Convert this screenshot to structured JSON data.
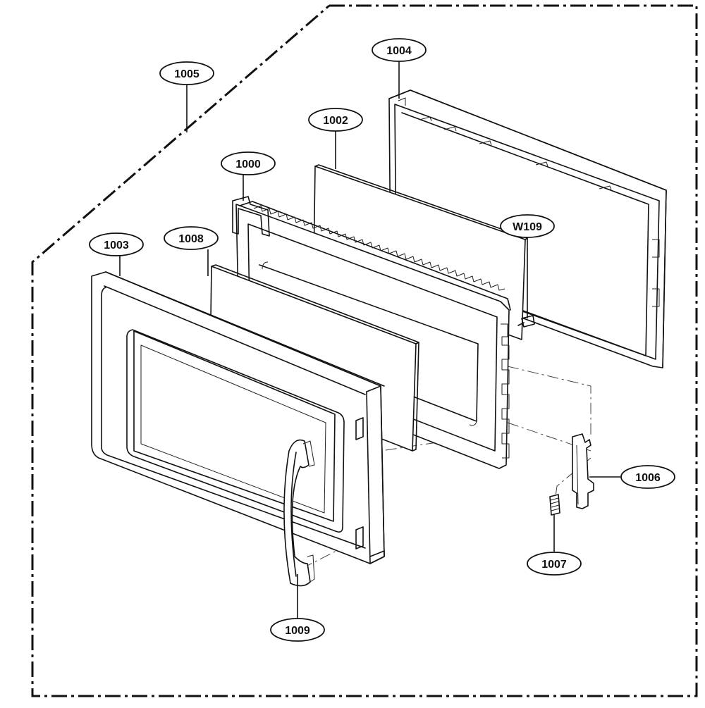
{
  "diagram": {
    "callouts": [
      {
        "id": "1005",
        "label": "1005"
      },
      {
        "id": "1004",
        "label": "1004"
      },
      {
        "id": "1002",
        "label": "1002"
      },
      {
        "id": "1000",
        "label": "1000"
      },
      {
        "id": "1003",
        "label": "1003"
      },
      {
        "id": "1008",
        "label": "1008"
      },
      {
        "id": "W109",
        "label": "W109"
      },
      {
        "id": "1006",
        "label": "1006"
      },
      {
        "id": "1007",
        "label": "1007"
      },
      {
        "id": "1009",
        "label": "1009"
      }
    ]
  }
}
